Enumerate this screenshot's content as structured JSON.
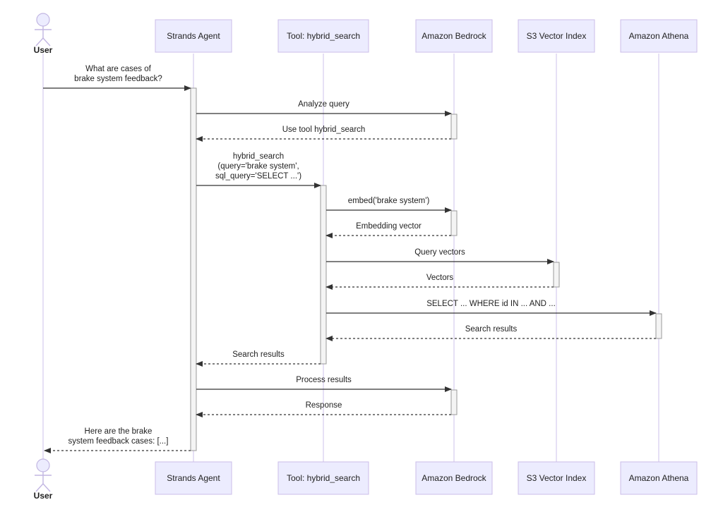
{
  "participants": [
    {
      "id": "user",
      "label": "User",
      "kind": "actor"
    },
    {
      "id": "agent",
      "label": "Strands Agent",
      "kind": "box"
    },
    {
      "id": "tool",
      "label": "Tool: hybrid_search",
      "kind": "box"
    },
    {
      "id": "bedrock",
      "label": "Amazon Bedrock",
      "kind": "box"
    },
    {
      "id": "s3",
      "label": "S3 Vector Index",
      "kind": "box"
    },
    {
      "id": "athena",
      "label": "Amazon Athena",
      "kind": "box"
    }
  ],
  "messages": [
    {
      "from": "user",
      "to": "agent",
      "style": "solid",
      "lines": [
        "What are cases of",
        "brake system feedback?"
      ]
    },
    {
      "from": "agent",
      "to": "bedrock",
      "style": "solid",
      "lines": [
        "Analyze query"
      ]
    },
    {
      "from": "bedrock",
      "to": "agent",
      "style": "dashed",
      "lines": [
        "Use tool hybrid_search"
      ]
    },
    {
      "from": "agent",
      "to": "tool",
      "style": "solid",
      "lines": [
        "hybrid_search",
        "(query='brake system',",
        "sql_query='SELECT ...')"
      ]
    },
    {
      "from": "tool",
      "to": "bedrock",
      "style": "solid",
      "lines": [
        "embed('brake system')"
      ]
    },
    {
      "from": "bedrock",
      "to": "tool",
      "style": "dashed",
      "lines": [
        "Embedding vector"
      ]
    },
    {
      "from": "tool",
      "to": "s3",
      "style": "solid",
      "lines": [
        "Query vectors"
      ]
    },
    {
      "from": "s3",
      "to": "tool",
      "style": "dashed",
      "lines": [
        "Vectors"
      ]
    },
    {
      "from": "tool",
      "to": "athena",
      "style": "solid",
      "lines": [
        "SELECT ... WHERE id IN ... AND ..."
      ]
    },
    {
      "from": "athena",
      "to": "tool",
      "style": "dashed",
      "lines": [
        "Search results"
      ]
    },
    {
      "from": "tool",
      "to": "agent",
      "style": "dashed",
      "lines": [
        "Search results"
      ]
    },
    {
      "from": "agent",
      "to": "bedrock",
      "style": "solid",
      "lines": [
        "Process results"
      ]
    },
    {
      "from": "bedrock",
      "to": "agent",
      "style": "dashed",
      "lines": [
        "Response"
      ]
    },
    {
      "from": "agent",
      "to": "user",
      "style": "dashed",
      "lines": [
        "Here are the brake",
        "system feedback cases: [...]"
      ]
    }
  ]
}
